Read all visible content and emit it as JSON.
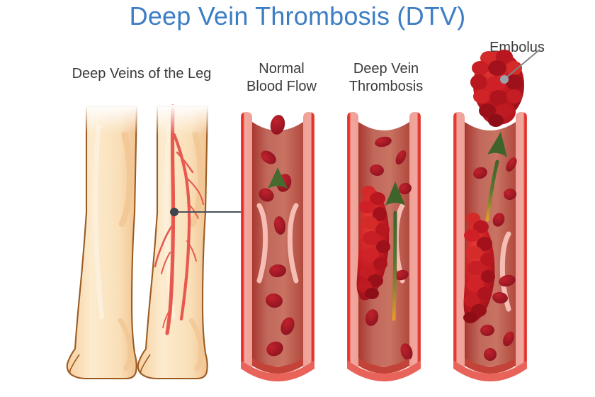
{
  "title": "Deep Vein Thrombosis (DTV)",
  "title_color": "#3C7DC4",
  "labels": {
    "leg": "Deep Veins of the Leg",
    "normal_flow": "Normal\nBlood Flow",
    "dvt": "Deep Vein\nThrombosis",
    "embolus": "Embolus"
  },
  "colors": {
    "title": "#3C7DC4",
    "label_text": "#3a3a3a",
    "skin_light": "#FDF3E2",
    "skin_mid": "#F9DEB6",
    "skin_deep": "#F6CB97",
    "skin_outline": "#9B5C23",
    "vein_red": "#E8584F",
    "vessel_edge": "#E02B20",
    "vessel_wall": "#F0A098",
    "vessel_lumen_dark": "#B8453C",
    "vessel_lumen_mid": "#C9645A",
    "valve_pink": "#F6BDB5",
    "rbc_dark": "#9E1B26",
    "rbc_bright": "#D52027",
    "clot_red": "#C21722",
    "arrow_green": "#4C7031",
    "arrow_orange": "#E89A2A",
    "leader_gray": "#4A5059",
    "marker_gray": "#9AA3AC"
  },
  "figure": {
    "type": "medical-illustration",
    "panels": [
      {
        "id": "legs",
        "caption": "Deep Veins of the Leg",
        "content": "two posterior lower legs, right leg shows deep vein network in red with a marker dot"
      },
      {
        "id": "normal",
        "caption": "Normal Blood Flow",
        "content": "open vein with valve leaflets, free red blood cells and an upward green flow arrow"
      },
      {
        "id": "thrombosis",
        "caption": "Deep Vein Thrombosis",
        "content": "vein partially occluded by a clot attached at the valve, narrowed green flow arrow"
      },
      {
        "id": "embolism",
        "caption": "Embolus",
        "content": "clot fragment detached and travelling upward out of the vein, curved green flow arrow"
      }
    ]
  }
}
